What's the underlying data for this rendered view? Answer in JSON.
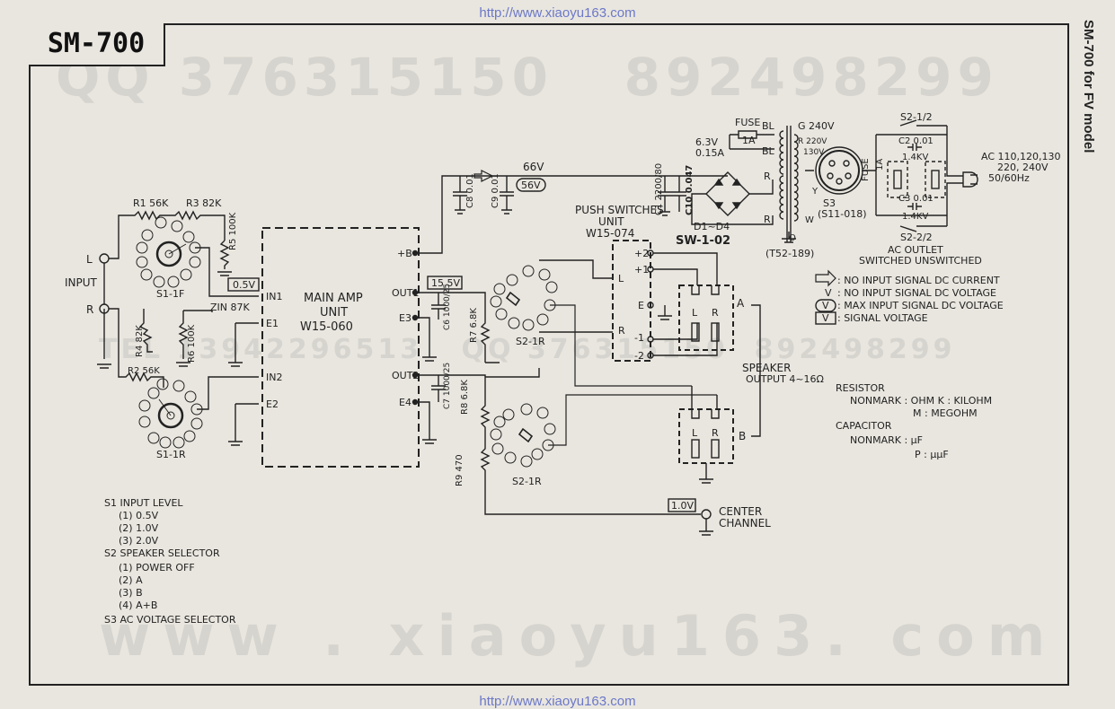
{
  "header": {
    "url": "http://www.xiaoyu163.com",
    "model": "SM-700",
    "side_title": "SM-700 for FV model"
  },
  "watermarks": {
    "qq": "QQ 376315150   892498299",
    "qq_mid": "TEL 13942296513   QQ 376315150  892498299",
    "site": "www . xiaoyu163. com"
  },
  "input": {
    "label": "INPUT",
    "l": "L",
    "r": "R",
    "r1": "R1 56K",
    "r3": "R3 82K",
    "r5": "R5 100K",
    "r4": "R4 82K",
    "r2": "R2 56K",
    "r6": "R6 100K",
    "s1f": "S1-1F",
    "s1r": "S1-1R",
    "v05": "0.5V",
    "zin": "ZIN 87K"
  },
  "amp": {
    "title1": "MAIN AMP",
    "title2": "UNIT",
    "model": "W15-060",
    "pins": [
      "+B",
      "IN1",
      "E1",
      "IN2",
      "E2",
      "OUT1",
      "E3",
      "OUT2",
      "E4"
    ],
    "v155": "15.5V",
    "c6": "C6 1000/25",
    "c7": "C7 1000/25",
    "r7": "R7 6.8K",
    "r8": "R8 6.8K",
    "r9": "R9 470"
  },
  "supply": {
    "v66": "66V",
    "v56": "56V",
    "c8": "C8 0.01",
    "c9": "C9 0.01",
    "c1": "C1 2200/80",
    "c10": "C10 0.047",
    "diodes": "D1~D4",
    "sw": "SW-1-02"
  },
  "switches": {
    "title1": "PUSH SWITCHES",
    "title2": "UNIT",
    "model": "W15-074",
    "pins": [
      "+2",
      "+1",
      "E",
      "-1",
      "-2"
    ],
    "l": "L",
    "r": "R",
    "s2_1r": "S2-1R",
    "s2_2r": "S2-1R"
  },
  "speaker": {
    "label": "SPEAKER",
    "output": "OUTPUT 4~16Ω",
    "a": "A",
    "b": "B",
    "l": "L",
    "r": "R"
  },
  "center": {
    "v": "1.0V",
    "label1": "CENTER",
    "label2": "CHANNEL"
  },
  "transformer": {
    "fuse": "FUSE",
    "fuse_rating": "1A",
    "bl1": "BL",
    "bl2": "BL",
    "lamp": "6.3V",
    "lamp_i": "0.15A",
    "g240": "G 240V",
    "r220": "R 220V",
    "x130": "130V",
    "model": "(T52-189)",
    "s3": "S3",
    "s3_model": "(S11-018)",
    "r": "R",
    "w": "W",
    "y": "Y",
    "o": "O",
    "fuse2": "FUSE",
    "fuse2_rating": "1A"
  },
  "mains": {
    "s2_half1": "S2-1/2",
    "s2_half2": "S2-2/2",
    "c2": "C2 0.01",
    "c2_kv": "1.4KV",
    "c3": "C3 0.01",
    "c3_kv": "1.4KV",
    "ac": "AC 110,120,130",
    "ac2": "220, 240V",
    "ac3": "50/60Hz",
    "outlet1": "AC OUTLET",
    "outlet2": "SWITCHED UNSWITCHED"
  },
  "legend": [
    {
      "sym": "⇨",
      "text": ": NO INPUT SIGNAL DC CURRENT"
    },
    {
      "sym": "V",
      "text": ": NO INPUT SIGNAL DC VOLTAGE"
    },
    {
      "sym": "V",
      "text": ": MAX INPUT SIGNAL DC VOLTAGE"
    },
    {
      "sym": "V",
      "text": ": SIGNAL VOLTAGE"
    }
  ],
  "units": {
    "resistor": "RESISTOR",
    "r_line1": "NONMARK : OHM   K : KILOHM",
    "r_line2": "M : MEGOHM",
    "capacitor": "CAPACITOR",
    "c_line1": "NONMARK : μF",
    "c_line2": "P : μμF"
  },
  "notes": [
    "S1 INPUT LEVEL",
    "(1)  0.5V",
    "(2)  1.0V",
    "(3)  2.0V",
    "S2 SPEAKER SELECTOR",
    "(1)  POWER OFF",
    "(2)  A",
    "(3)  B",
    "(4)  A+B",
    "S3 AC VOLTAGE SELECTOR"
  ]
}
